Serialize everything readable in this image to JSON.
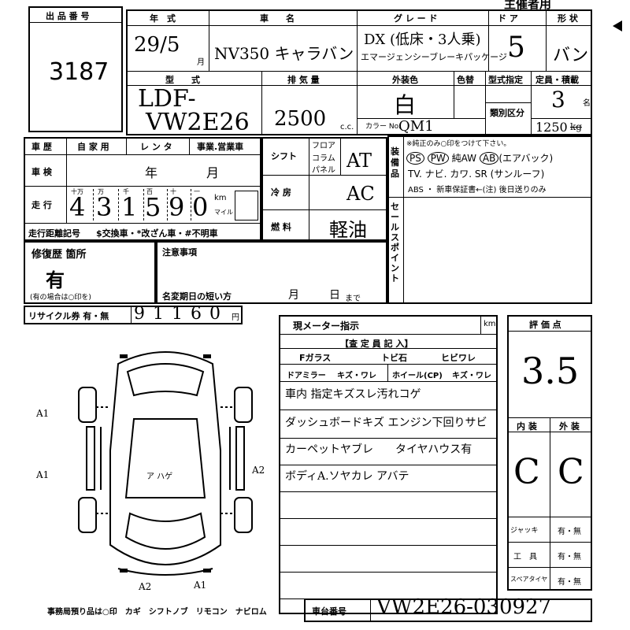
{
  "header": {
    "lot_label": "出 品 番 号",
    "lot_number": "3187",
    "year_label": "年　式",
    "name_label": "車　　名",
    "grade_label": "グ レ ー ド",
    "doors_label": "ド ア",
    "shape_label": "形 状",
    "top_right": "主催者用",
    "year_value": "29/5",
    "year_suffix": "月",
    "car_name": "NV350 キャラバン",
    "grade_line1": "DX (低床・3人乗)",
    "grade_line2": "エマージェンシーブレーキパッケージ",
    "doors_value": "5",
    "shape_value": "バン"
  },
  "model": {
    "model_label": "型　　式",
    "model_line1": "LDF-",
    "model_line2": "VW2E26",
    "displacement_label": "排 気 量",
    "displacement_value": "2500",
    "cc_unit": "c.c.",
    "exterior_color_label": "外装色",
    "color_label": "色替",
    "color_value": "白",
    "color_no_label": "カラー No.",
    "color_no_value": "QM1",
    "type_designation_label": "型式指定",
    "class_label": "類別区分",
    "capacity_label": "定員・積載",
    "capacity_value": "3",
    "capacity_unit": "名",
    "load_value": "1250",
    "load_unit": "kg"
  },
  "history": {
    "history_label": "車 歴",
    "private": "自 家 用",
    "rental": "レ ン タ",
    "business": "事業.営業車",
    "shaken_label": "車 検",
    "shaken_year": "年",
    "shaken_month": "月",
    "mileage_label": "走 行",
    "place_labels": [
      "十万",
      "万",
      "千",
      "百",
      "十",
      "一"
    ],
    "mileage_digits": [
      "4",
      "3",
      "1",
      "5",
      "9",
      "0"
    ],
    "km_unit": "km",
    "mile_unit": "マイル",
    "mileage_note_label": "走行距離記号",
    "mileage_note": "$交換車・*改ざん車・#不明車"
  },
  "mechanical": {
    "shift_label": "シフト",
    "shift_options": [
      "フロア",
      "コラム",
      "パネル"
    ],
    "shift_value": "AT",
    "ac_label": "冷 房",
    "ac_value": "AC",
    "fuel_label": "燃 料",
    "fuel_value": "軽油"
  },
  "equipment": {
    "label": "装備品",
    "note": "※純正のみ○印をつけて下さい。",
    "row1": [
      "PS",
      "PW",
      "純AW",
      "AB",
      "(エアバック)"
    ],
    "row2": "TV. ナビ. カワ. SR (サンルーフ)",
    "row3": "ABS ・ 新車保証書←(注) 後日送りのみ",
    "sales_point_label": "セールスポイント"
  },
  "repair": {
    "label": "修復歴 箇所",
    "value": "有",
    "note": "(有の場合は○印を)",
    "notice_label": "注意事項",
    "short_date_label": "名変期日の短い方",
    "month": "月",
    "day": "日",
    "until": "まで"
  },
  "recycle": {
    "label": "リサイクル券 有・無",
    "digits": [
      "9",
      "1",
      "1",
      "6",
      "0"
    ],
    "unit": "円"
  },
  "inspection": {
    "meter_label": "現メーター指示",
    "meter_unit": "km",
    "inspector_label": "【査 定 員 記 入】",
    "glass_label": "Fガラス",
    "chip_label": "トビ石",
    "crack_label": "ヒビワレ",
    "mirror_label": "ドアミラー",
    "mirror_opts": "キズ・ワレ",
    "wheel_label": "ホイール(CP)",
    "wheel_opts": "キズ・ワレ",
    "notes": [
      "車内 指定キズスレ汚れコゲ",
      "ダッシュボードキズ エンジン下回りサビ",
      "カーペットヤブレ　　タイヤハウス有",
      "ボディA.ソヤカレ アバテ"
    ]
  },
  "score": {
    "label": "評 価 点",
    "value": "3.5",
    "interior_label": "内 装",
    "exterior_label": "外 装",
    "interior_value": "C",
    "exterior_value": "C",
    "jack_label": "ジャッキ",
    "tools_label": "工　具",
    "spare_label": "スペアタイヤ",
    "yes_no": "有・無"
  },
  "diagram": {
    "marks": [
      "A1",
      "A1",
      "A2",
      "A2",
      "A1"
    ],
    "center_note": "ア ハゲ"
  },
  "footer": {
    "items_note": "事務局預り品は○印　カギ　シフトノブ　リモコン　ナビロム",
    "chassis_label": "車台番号",
    "chassis_value": "VW2E26-030927"
  }
}
